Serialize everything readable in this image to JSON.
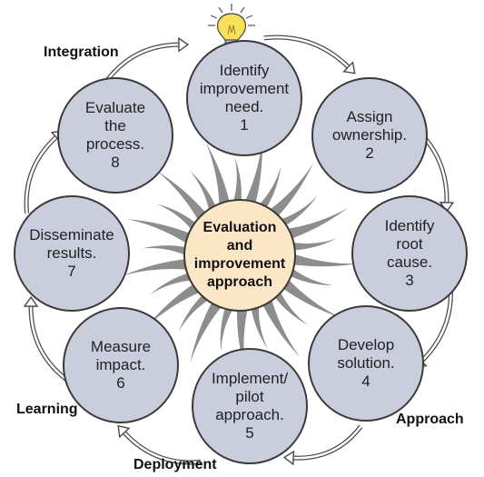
{
  "center": {
    "lines": [
      "Evaluation",
      "and",
      "improvement",
      "approach"
    ]
  },
  "steps": [
    {
      "lines": [
        "Identify",
        "improvement",
        "need.",
        "1"
      ]
    },
    {
      "lines": [
        "Assign",
        "ownership.",
        "2"
      ]
    },
    {
      "lines": [
        "Identify",
        "root",
        "cause.",
        "3"
      ]
    },
    {
      "lines": [
        "Develop",
        "solution.",
        "4"
      ]
    },
    {
      "lines": [
        "Implement/",
        "pilot",
        "approach.",
        "5"
      ]
    },
    {
      "lines": [
        "Measure",
        "impact.",
        "6"
      ]
    },
    {
      "lines": [
        "Disseminate",
        "results.",
        "7"
      ]
    },
    {
      "lines": [
        "Evaluate",
        "the",
        "process.",
        "8"
      ]
    }
  ],
  "phases": {
    "integration": "Integration",
    "approach": "Approach",
    "deployment": "Deployment",
    "learning": "Learning"
  },
  "colors": {
    "step_fill": "#c9cddc",
    "center_fill": "#fbe7c6",
    "sun_ray": "#8d8d8d",
    "outline": "#3a3a3a",
    "bulb": "#f7e15a"
  },
  "icons": {
    "lightbulb": "lightbulb-icon",
    "sun_rays": "sun-rays",
    "cycle_arrows": "curved-arrow-icon"
  }
}
